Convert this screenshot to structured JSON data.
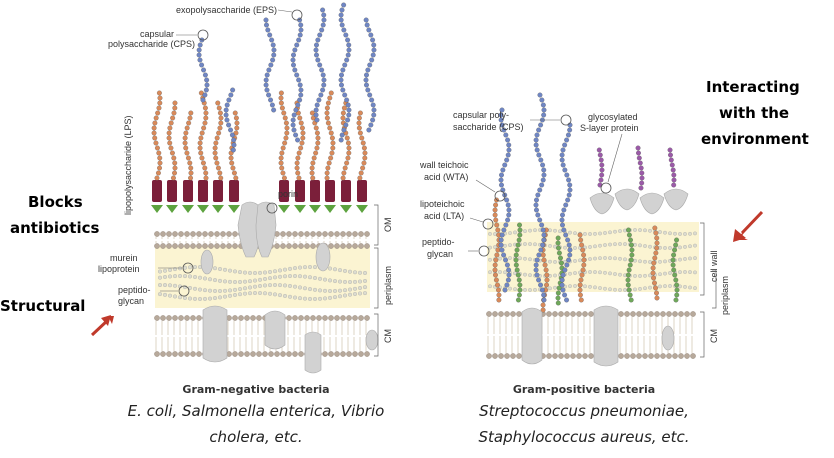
{
  "left_panel": {
    "labels": {
      "eps": "exopolysaccharide (EPS)",
      "cps1": "capsular",
      "cps2": "polysaccharide (CPS)",
      "lps": "lipopolysaccharide (LPS)",
      "porin": "porin",
      "murein1": "murein",
      "murein2": "lipoprotein",
      "pg1": "peptido-",
      "pg2": "glycan",
      "om": "OM",
      "periplasm": "periplasm",
      "cm": "CM"
    },
    "title": "Gram-negative bacteria",
    "species_line1": "E. coli, Salmonella enterica, Vibrio",
    "species_line2": "cholera, etc."
  },
  "right_panel": {
    "labels": {
      "cps1": "capsular poly-",
      "cps2": "saccharide (CPS)",
      "slayer1": "glycosylated",
      "slayer2": "S-layer protein",
      "wta1": "wall teichoic",
      "wta2": "acid (WTA)",
      "lta1": "lipoteichoic",
      "lta2": "acid (LTA)",
      "pg1": "peptido-",
      "pg2": "glycan",
      "cellwall": "cell wall",
      "periplasm": "periplasm",
      "cm": "CM"
    },
    "title": "Gram-positive bacteria",
    "species_line1": "Streptococcus pneumoniae,",
    "species_line2": "Staphylococcus aureus, etc."
  },
  "annotations": {
    "blocks1": "Blocks",
    "blocks2": "antibiotics",
    "structural": "Structural",
    "interact1": "Interacting",
    "interact2": "with the",
    "interact3": "environment"
  },
  "colors": {
    "arrow": "#c0392b",
    "lps_chain": "#d98a5a",
    "cps_chain": "#6f86c4",
    "lipid_a": "#7b1f3a",
    "core": "#5da33f",
    "membrane_head": "#b7a99b",
    "periplasm": "#fbf4d2",
    "protein": "#d2d2d2",
    "slayer_chain": "#9b5aa8",
    "lta_chain": "#6fa85a"
  }
}
